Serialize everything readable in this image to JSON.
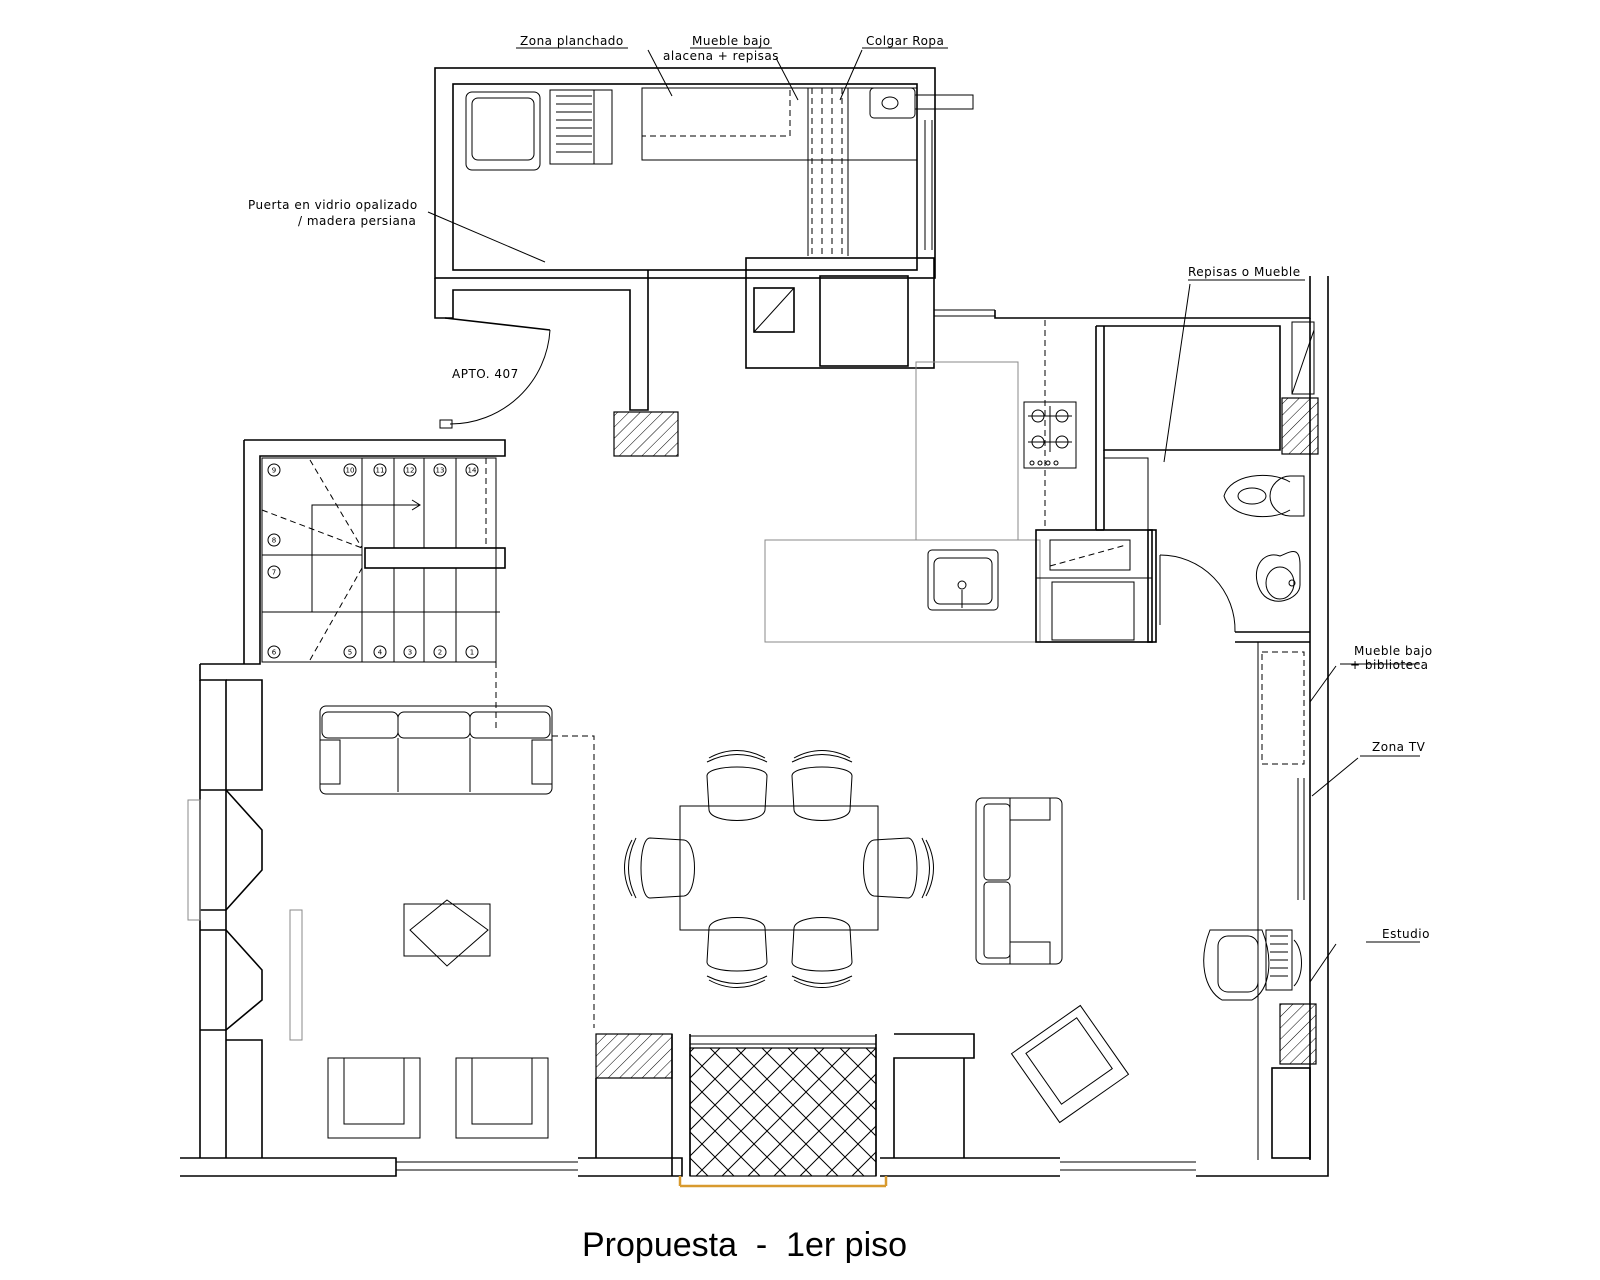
{
  "title": "Propuesta  -  1er piso",
  "labels": {
    "zona_planchado": "Zona planchado",
    "mueble_bajo_1": "Mueble bajo",
    "mueble_bajo_1b": "alacena + repisas",
    "colgar_ropa": "Colgar Ropa",
    "puerta_1": "Puerta en vidrio opalizado",
    "puerta_2": "/ madera persiana",
    "apto": "APTO. 407",
    "repisas": "Repisas o Mueble",
    "mueble_bajo_2": "Mueble bajo",
    "mueble_bajo_2b": "+ biblioteca",
    "zona_tv": "Zona TV",
    "estudio": "Estudio"
  },
  "stairs": {
    "steps_top": [
      "9",
      "10",
      "11",
      "12",
      "13",
      "14"
    ],
    "steps_side": [
      "8",
      "7"
    ],
    "steps_bottom": [
      "6",
      "5",
      "4",
      "3",
      "2",
      "1"
    ]
  },
  "colors": {
    "line": "#000000",
    "threshold": "#d89a2e",
    "guide": "#888888"
  }
}
